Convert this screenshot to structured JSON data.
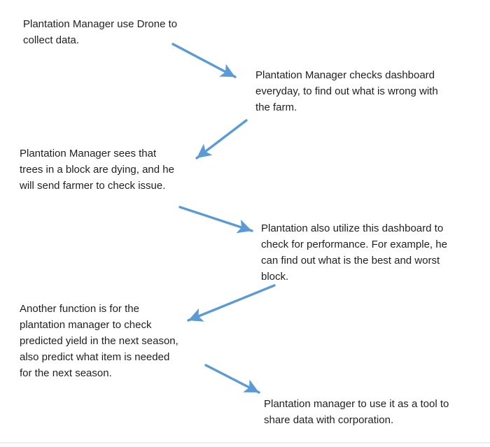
{
  "diagram": {
    "background": "#ffffff",
    "arrow_color": "#5B9BD5",
    "text_color": "#1f1f1f",
    "nodes": [
      {
        "id": "step-1",
        "lines": [
          "Plantation Manager use Drone to",
          "collect data."
        ]
      },
      {
        "id": "step-2",
        "lines": [
          "Plantation Manager checks dashboard",
          "everyday, to find out what is wrong with",
          "the farm."
        ]
      },
      {
        "id": "step-3",
        "lines": [
          "Plantation Manager sees that",
          "trees in a block are dying, and he",
          "will send farmer to check issue."
        ]
      },
      {
        "id": "step-4",
        "lines": [
          "Plantation also utilize this dashboard to",
          "check for performance. For example, he",
          "can find out what is the best and worst",
          "block."
        ]
      },
      {
        "id": "step-5",
        "lines": [
          "Another function is for the",
          "plantation manager to check",
          "predicted yield in the next season,",
          "also predict what item is needed",
          "for the next season."
        ]
      },
      {
        "id": "step-6",
        "lines": [
          "Plantation manager to use it as a tool to",
          "share data with corporation."
        ]
      }
    ],
    "arrows": [
      {
        "from": "step-1",
        "to": "step-2",
        "direction": "down-right"
      },
      {
        "from": "step-2",
        "to": "step-3",
        "direction": "down-left"
      },
      {
        "from": "step-3",
        "to": "step-4",
        "direction": "down-right"
      },
      {
        "from": "step-4",
        "to": "step-5",
        "direction": "down-left"
      },
      {
        "from": "step-5",
        "to": "step-6",
        "direction": "down-right"
      }
    ]
  }
}
